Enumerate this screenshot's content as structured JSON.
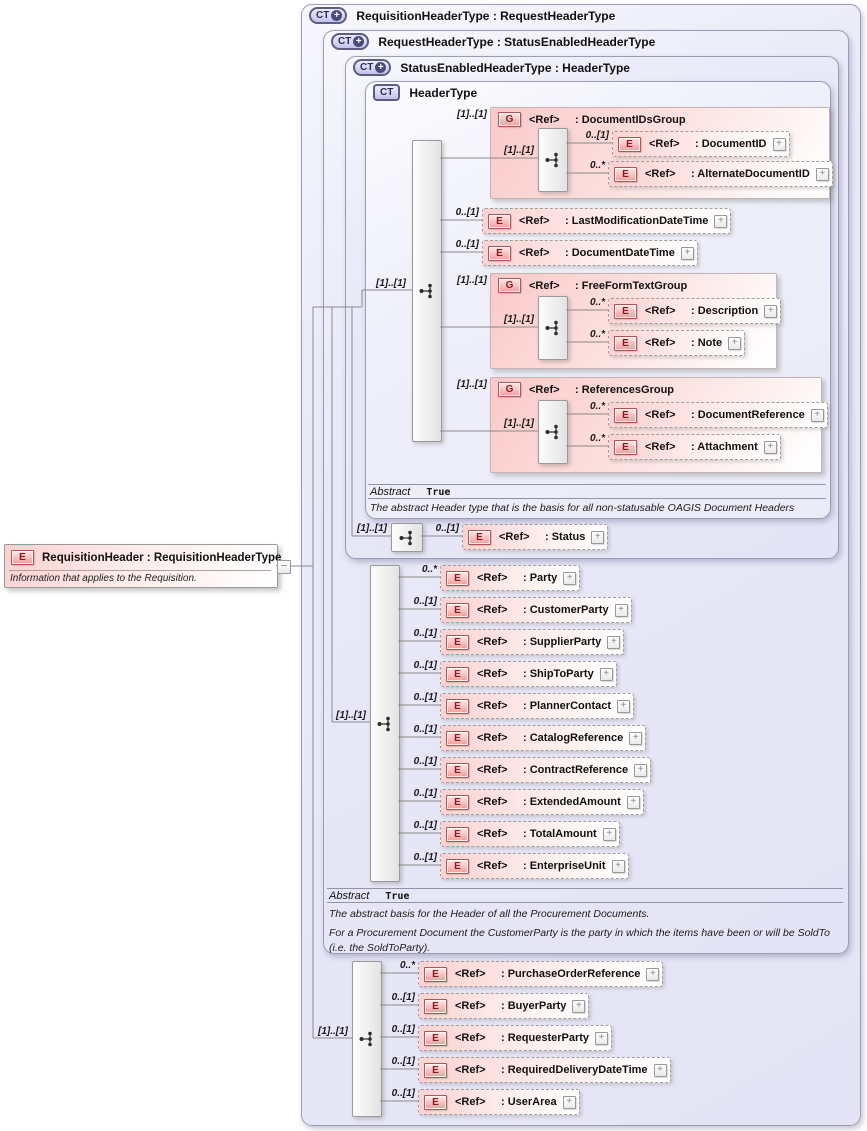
{
  "icons": {
    "expand": "+",
    "collapse": "−"
  },
  "element": {
    "badge": "E",
    "title": "RequisitionHeader : RequisitionHeaderType",
    "description": "Information that applies to the Requisition."
  },
  "types": [
    {
      "badge": "CT",
      "title": "RequisitionHeaderType : RequestHeaderType"
    },
    {
      "badge": "CT",
      "title": "RequestHeaderType : StatusEnabledHeaderType"
    },
    {
      "badge": "CT",
      "title": "StatusEnabledHeaderType : HeaderType"
    },
    {
      "badge": "CT",
      "title": "HeaderType"
    }
  ],
  "header_type": {
    "seq_cardinality": "[1]..[1]",
    "groups": [
      {
        "badge": "G",
        "ref": "<Ref>",
        "name": ": DocumentIDsGroup",
        "cardinality": "[1]..[1]",
        "seq_cardinality": "[1]..[1]",
        "children": [
          {
            "badge": "E",
            "ref": "<Ref>",
            "name": ": DocumentID",
            "cardinality": "0..[1]"
          },
          {
            "badge": "E",
            "ref": "<Ref>",
            "name": ": AlternateDocumentID",
            "cardinality": "0..*"
          }
        ]
      },
      {
        "badge": "G",
        "ref": "<Ref>",
        "name": ": FreeFormTextGroup",
        "cardinality": "[1]..[1]",
        "seq_cardinality": "[1]..[1]",
        "children": [
          {
            "badge": "E",
            "ref": "<Ref>",
            "name": ": Description",
            "cardinality": "0..*"
          },
          {
            "badge": "E",
            "ref": "<Ref>",
            "name": ": Note",
            "cardinality": "0..*"
          }
        ]
      },
      {
        "badge": "G",
        "ref": "<Ref>",
        "name": ": ReferencesGroup",
        "cardinality": "[1]..[1]",
        "seq_cardinality": "[1]..[1]",
        "children": [
          {
            "badge": "E",
            "ref": "<Ref>",
            "name": ": DocumentReference",
            "cardinality": "0..*"
          },
          {
            "badge": "E",
            "ref": "<Ref>",
            "name": ": Attachment",
            "cardinality": "0..*"
          }
        ]
      }
    ],
    "rows": [
      {
        "badge": "E",
        "ref": "<Ref>",
        "name": ": LastModificationDateTime",
        "cardinality": "0..[1]"
      },
      {
        "badge": "E",
        "ref": "<Ref>",
        "name": ": DocumentDateTime",
        "cardinality": "0..[1]"
      }
    ],
    "abstract": {
      "label": "Abstract",
      "value": "True"
    },
    "doc": "The abstract Header type that is the basis for all non-statusable OAGIS Document Headers"
  },
  "status_section": {
    "seq_cardinality": "[1]..[1]",
    "row": {
      "badge": "E",
      "ref": "<Ref>",
      "name": ": Status",
      "cardinality": "0..[1]"
    }
  },
  "request_header": {
    "seq_cardinality": "[1]..[1]",
    "rows": [
      {
        "badge": "E",
        "ref": "<Ref>",
        "name": ": Party",
        "cardinality": "0..*"
      },
      {
        "badge": "E",
        "ref": "<Ref>",
        "name": ": CustomerParty",
        "cardinality": "0..[1]"
      },
      {
        "badge": "E",
        "ref": "<Ref>",
        "name": ": SupplierParty",
        "cardinality": "0..[1]"
      },
      {
        "badge": "E",
        "ref": "<Ref>",
        "name": ": ShipToParty",
        "cardinality": "0..[1]"
      },
      {
        "badge": "E",
        "ref": "<Ref>",
        "name": ": PlannerContact",
        "cardinality": "0..[1]"
      },
      {
        "badge": "E",
        "ref": "<Ref>",
        "name": ": CatalogReference",
        "cardinality": "0..[1]"
      },
      {
        "badge": "E",
        "ref": "<Ref>",
        "name": ": ContractReference",
        "cardinality": "0..[1]"
      },
      {
        "badge": "E",
        "ref": "<Ref>",
        "name": ": ExtendedAmount",
        "cardinality": "0..[1]"
      },
      {
        "badge": "E",
        "ref": "<Ref>",
        "name": ": TotalAmount",
        "cardinality": "0..[1]"
      },
      {
        "badge": "E",
        "ref": "<Ref>",
        "name": ": EnterpriseUnit",
        "cardinality": "0..[1]"
      }
    ],
    "abstract": {
      "label": "Abstract",
      "value": "True"
    },
    "doc1": "The abstract basis for the Header of all the Procurement Documents.",
    "doc2": "For a Procurement Document the CustomerParty is the party in which the items have been or will be SoldTo (i.e. the SoldToParty)."
  },
  "requisition": {
    "seq_cardinality": "[1]..[1]",
    "rows": [
      {
        "badge": "E",
        "ref": "<Ref>",
        "name": ": PurchaseOrderReference",
        "cardinality": "0..*"
      },
      {
        "badge": "E",
        "ref": "<Ref>",
        "name": ": BuyerParty",
        "cardinality": "0..[1]"
      },
      {
        "badge": "E",
        "ref": "<Ref>",
        "name": ": RequesterParty",
        "cardinality": "0..[1]"
      },
      {
        "badge": "E",
        "ref": "<Ref>",
        "name": ": RequiredDeliveryDateTime",
        "cardinality": "0..[1]"
      },
      {
        "badge": "E",
        "ref": "<Ref>",
        "name": ": UserArea",
        "cardinality": "0..[1]"
      }
    ]
  }
}
